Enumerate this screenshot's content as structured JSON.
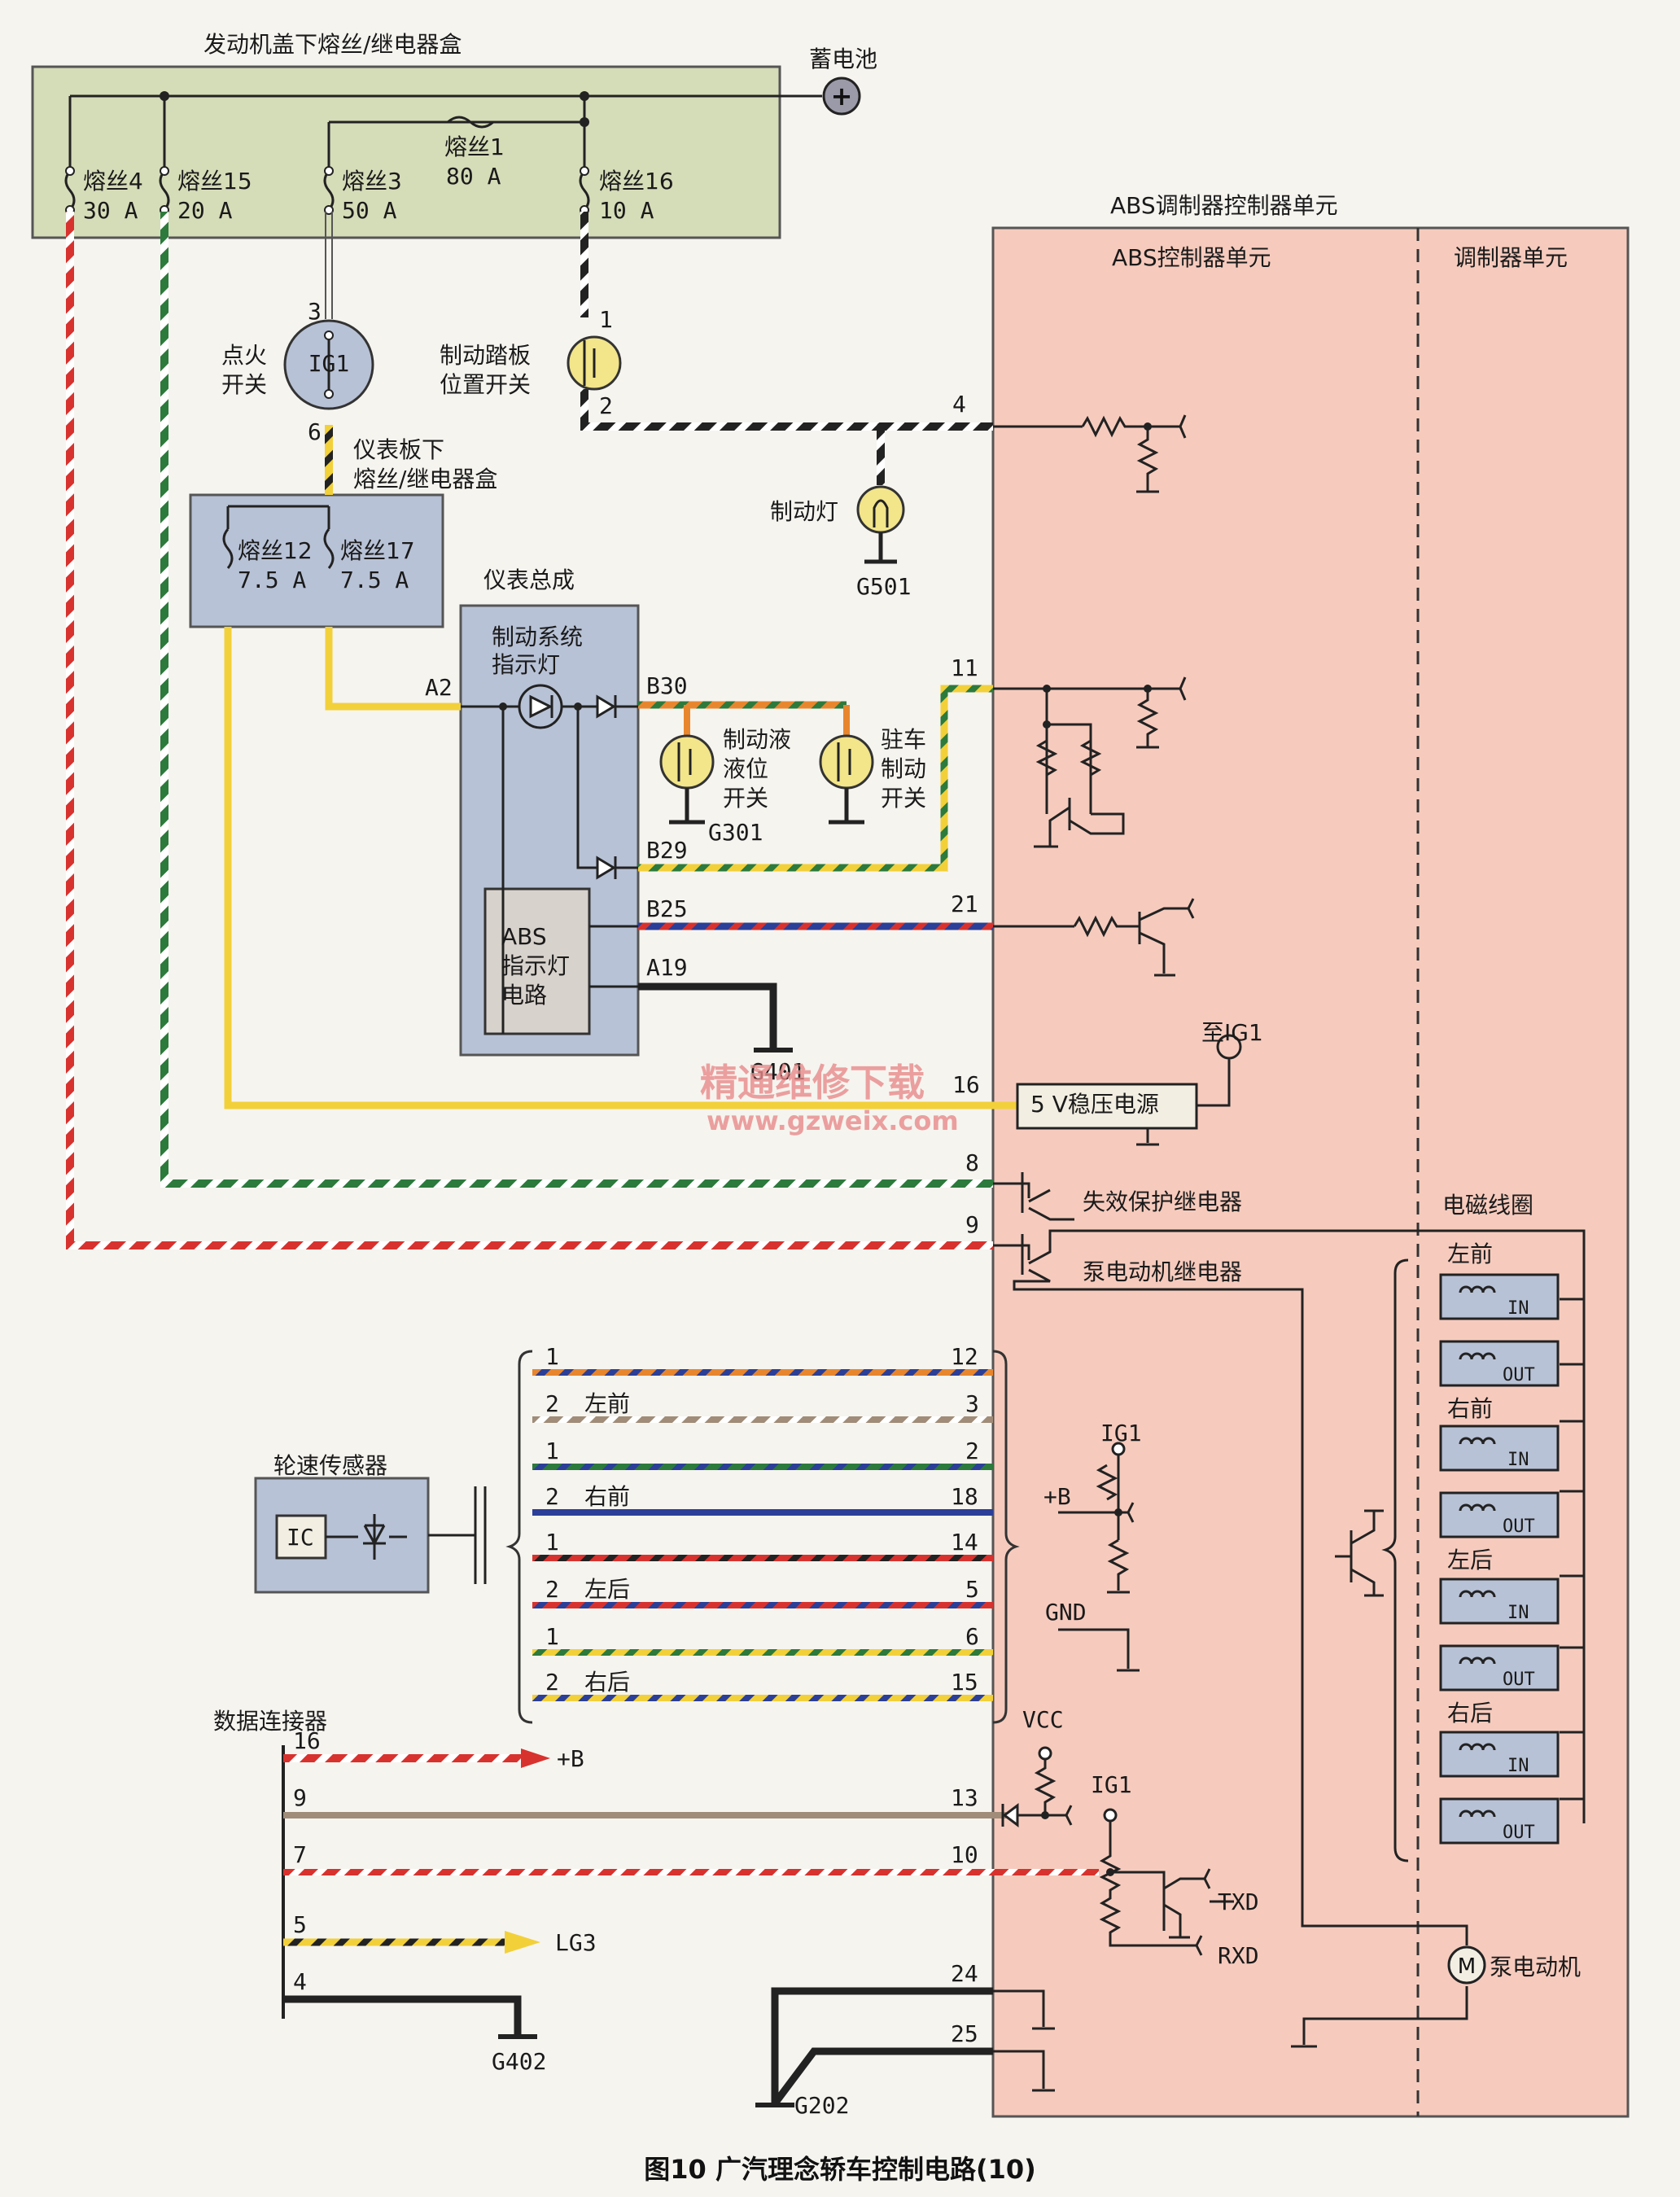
{
  "colors": {
    "paper": "#f6f4ef",
    "abs_unit_fill": "#f6cbbd",
    "fuse_box_fill": "#d5dcb8",
    "sub_box_fill": "#b8c2d6",
    "wire_red": "#d8322e",
    "wire_green": "#2c7a3c",
    "wire_yellow": "#f2d03a",
    "wire_orange": "#e8862e",
    "wire_blue": "#2b3f98",
    "wire_brown": "#a08c78",
    "watermark": "#e88a8a"
  },
  "engine_fuse_box": {
    "title": "发动机盖下熔丝/继电器盒",
    "fuse4_name": "熔丝4",
    "fuse4_rating": "30 A",
    "fuse15_name": "熔丝15",
    "fuse15_rating": "20 A",
    "fuse3_name": "熔丝3",
    "fuse3_rating": "50 A",
    "fuse1_name": "熔丝1",
    "fuse1_rating": "80 A",
    "fuse16_name": "熔丝16",
    "fuse16_rating": "10 A"
  },
  "battery": {
    "label": "蓄电池",
    "symbol": "+"
  },
  "ignition_switch": {
    "label_line1": "点火",
    "label_line2": "开关",
    "center": "IG1",
    "pin_top": "3",
    "pin_bottom": "6"
  },
  "brake_pedal_switch": {
    "label_line1": "制动踏板",
    "label_line2": "位置开关",
    "pin_top": "1",
    "pin_bottom": "2"
  },
  "dash_fuse_box": {
    "title_line1": "仪表板下",
    "title_line2": "熔丝/继电器盒",
    "fuse12_name": "熔丝12",
    "fuse12_rating": "7.5 A",
    "fuse17_name": "熔丝17",
    "fuse17_rating": "7.5 A"
  },
  "brake_lamp": {
    "label": "制动灯",
    "ground": "G501"
  },
  "instrument_cluster": {
    "title": "仪表总成",
    "brake_indicator_line1": "制动系统",
    "brake_indicator_line2": "指示灯",
    "abs_circuit_line1": "ABS",
    "abs_circuit_line2": "指示灯",
    "abs_circuit_line3": "电路",
    "pin_a2": "A2",
    "pin_b30": "B30",
    "pin_b29": "B29",
    "pin_b25": "B25",
    "pin_a19": "A19",
    "ground": "G401"
  },
  "fluid_level_switch": {
    "label_line1": "制动液",
    "label_line2": "液位",
    "label_line3": "开关",
    "ground": "G301"
  },
  "parking_brake_switch": {
    "label_line1": "驻车",
    "label_line2": "制动",
    "label_line3": "开关"
  },
  "abs_unit": {
    "title": "ABS调制器控制器单元",
    "controller_label": "ABS控制器单元",
    "modulator_label": "调制器单元",
    "regulator": "5 V稳压电源",
    "to_ig1": "至IG1",
    "failsafe_relay": "失效保护继电器",
    "pump_relay": "泵电动机继电器",
    "solenoid_title": "电磁线圈",
    "ig1_a": "IG1",
    "ig1_b": "IG1",
    "plus_b": "+B",
    "gnd": "GND",
    "vcc": "VCC",
    "txd": "TXD",
    "rxd": "RXD",
    "pump_motor": "泵电动机",
    "motor_symbol": "M",
    "pins": [
      "4",
      "11",
      "21",
      "16",
      "8",
      "9",
      "12",
      "3",
      "2",
      "18",
      "14",
      "5",
      "6",
      "15",
      "13",
      "10",
      "24",
      "25"
    ]
  },
  "solenoids": [
    {
      "group": "左前",
      "in": "IN",
      "out": "OUT"
    },
    {
      "group": "右前",
      "in": "IN",
      "out": "OUT"
    },
    {
      "group": "左后",
      "in": "IN",
      "out": "OUT"
    },
    {
      "group": "右后",
      "in": "IN",
      "out": "OUT"
    }
  ],
  "wheel_sensor": {
    "title": "轮速传感器",
    "ic": "IC",
    "groups": [
      {
        "name": "左前",
        "pin1": "1",
        "pin2": "2"
      },
      {
        "name": "右前",
        "pin1": "1",
        "pin2": "2"
      },
      {
        "name": "左后",
        "pin1": "1",
        "pin2": "2"
      },
      {
        "name": "右后",
        "pin1": "1",
        "pin2": "2"
      }
    ]
  },
  "data_connector": {
    "title": "数据连接器",
    "pins": [
      "16",
      "9",
      "7",
      "5",
      "4"
    ],
    "plus_b": "+B",
    "lg3": "LG3",
    "ground": "G402"
  },
  "ground_g202": "G202",
  "watermark": {
    "line1": "精通维修下载",
    "line2": "www.gzweix.com"
  },
  "caption": "图10  广汽理念轿车控制电路(10)"
}
